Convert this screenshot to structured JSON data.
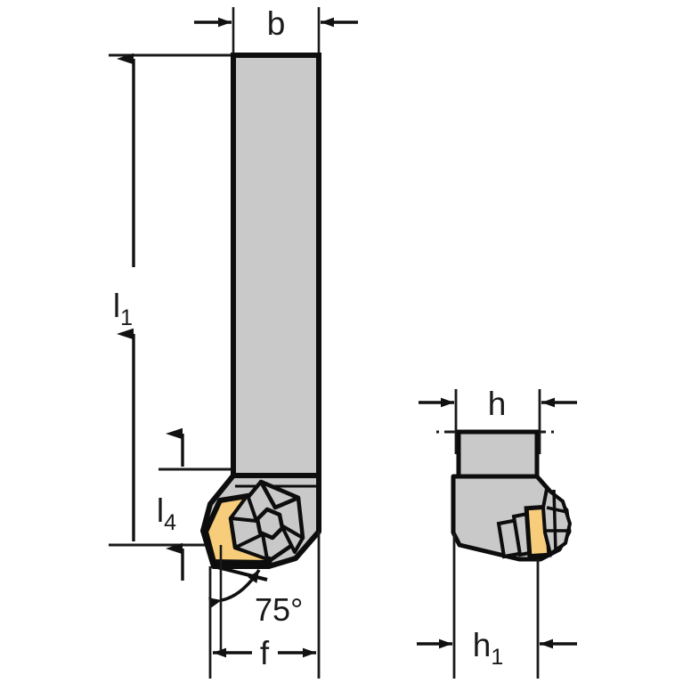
{
  "drawing": {
    "title": "Turning tool holder dimensional drawing",
    "type": "engineering-technical-drawing",
    "views": [
      {
        "name": "front-view",
        "position": "left"
      },
      {
        "name": "side-view",
        "position": "right"
      }
    ],
    "colors": {
      "shank_fill": "#c9c9c9",
      "insert_fill": "#f7cd7b",
      "outline": "#0d0d0d",
      "background": "#ffffff",
      "dimension_line": "#1a1a1a"
    }
  },
  "dimensions": {
    "b": {
      "label": "b",
      "sub": "",
      "description": "shank width",
      "view": "front-view"
    },
    "l1": {
      "label": "l",
      "sub": "1",
      "description": "overall tool length",
      "view": "front-view"
    },
    "l4": {
      "label": "l",
      "sub": "4",
      "description": "head length",
      "view": "front-view"
    },
    "f": {
      "label": "f",
      "sub": "",
      "description": "cutting edge offset",
      "view": "front-view"
    },
    "angle": {
      "label": "75",
      "symbol": "°",
      "value": 75,
      "unit": "degrees",
      "description": "lead angle",
      "view": "front-view"
    },
    "h": {
      "label": "h",
      "sub": "",
      "description": "shank height",
      "view": "side-view"
    },
    "h1": {
      "label": "h",
      "sub": "1",
      "description": "overall head height",
      "view": "side-view"
    }
  },
  "components": {
    "shank": "tool-shank",
    "head": "tool-head",
    "insert": "carbide-insert",
    "clamp": "insert-clamp",
    "screw": "clamp-screw"
  }
}
